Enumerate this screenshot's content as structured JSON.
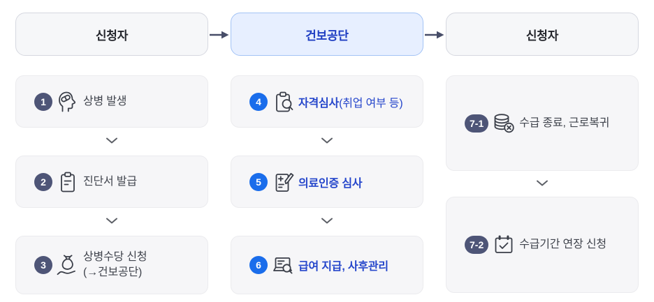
{
  "flow": {
    "columns": [
      {
        "header": "신청자",
        "steps": [
          {
            "badge": "1",
            "icon": "head-pill-icon",
            "text": "상병 발생"
          },
          {
            "badge": "2",
            "icon": "clipboard-icon",
            "text": "진단서 발급"
          },
          {
            "badge": "3",
            "icon": "benefit-apply-icon",
            "text": "상병수당 신청",
            "text2": "(→건보공단)"
          }
        ]
      },
      {
        "header": "건보공단",
        "steps": [
          {
            "badge": "4",
            "icon": "clipboard-search-icon",
            "bold": "자격심사",
            "note": "(취업 여부 등)"
          },
          {
            "badge": "5",
            "icon": "medical-cert-icon",
            "bold": "의료인증 심사"
          },
          {
            "badge": "6",
            "icon": "payment-review-icon",
            "bold": "급여 지급, 사후관리"
          }
        ]
      },
      {
        "header": "신청자",
        "steps": [
          {
            "badge": "7-1",
            "icon": "coins-end-icon",
            "text": "수급 종료, 근로복귀"
          },
          {
            "badge": "7-2",
            "icon": "calendar-check-icon",
            "text": "수급기간 연장 신청"
          }
        ]
      }
    ]
  },
  "colors": {
    "badge_slate": "#4e5577",
    "badge_blue": "#1a6deb",
    "step_text_blue": "#2546cb",
    "step_text_gray": "#40444d",
    "header_blue_text": "#1e3dc2",
    "header_blue_bg": "#e7efff",
    "header_blue_border": "#a3c3f5",
    "header_gray_bg": "#f6f7f9",
    "box_bg": "#f6f6f8",
    "arrow": "#474d68"
  }
}
